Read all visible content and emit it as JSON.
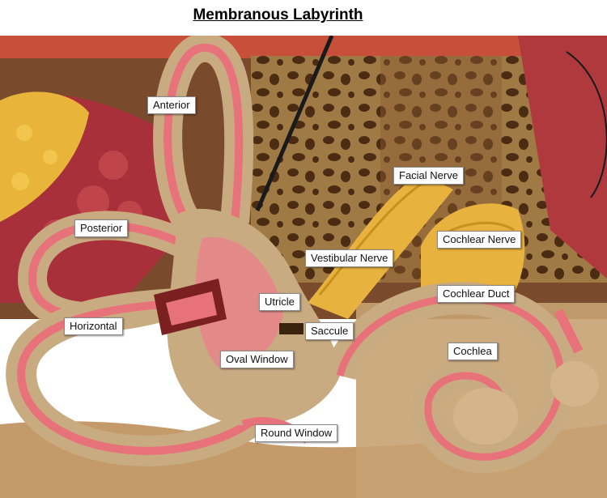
{
  "title": "Membranous Labyrinth",
  "labels": {
    "anterior": "Anterior",
    "posterior": "Posterior",
    "horizontal": "Horizontal",
    "utricle": "Utricle",
    "saccule": "Saccule",
    "oval_window": "Oval Window",
    "round_window": "Round Window",
    "vestibular_nerve": "Vestibular Nerve",
    "facial_nerve": "Facial Nerve",
    "cochlear_nerve": "Cochlear Nerve",
    "cochlear_duct": "Cochlear Duct",
    "cochlea": "Cochlea"
  },
  "colors": {
    "bone": "#c9ab82",
    "membrane": "#e8727a",
    "muscle": "#a8303a",
    "fat": "#e9b43a",
    "nerve": "#e8b23e",
    "spongy_bone": "#6b4420"
  }
}
